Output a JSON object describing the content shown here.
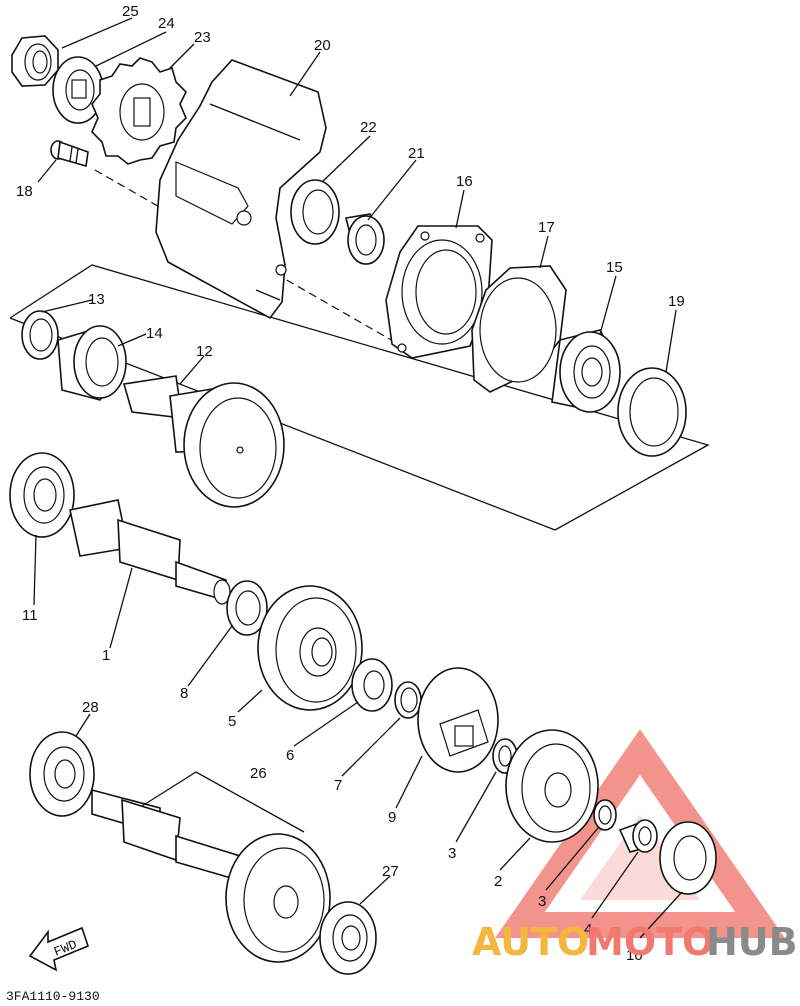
{
  "callouts": [
    {
      "id": "c25",
      "text": "25"
    },
    {
      "id": "c24",
      "text": "24"
    },
    {
      "id": "c23",
      "text": "23"
    },
    {
      "id": "c20",
      "text": "20"
    },
    {
      "id": "c22",
      "text": "22"
    },
    {
      "id": "c21",
      "text": "21"
    },
    {
      "id": "c16",
      "text": "16"
    },
    {
      "id": "c17",
      "text": "17"
    },
    {
      "id": "c15",
      "text": "15"
    },
    {
      "id": "c19",
      "text": "19"
    },
    {
      "id": "c18",
      "text": "18"
    },
    {
      "id": "c13",
      "text": "13"
    },
    {
      "id": "c14",
      "text": "14"
    },
    {
      "id": "c12",
      "text": "12"
    },
    {
      "id": "c11",
      "text": "11"
    },
    {
      "id": "c1",
      "text": "1"
    },
    {
      "id": "c8",
      "text": "8"
    },
    {
      "id": "c5",
      "text": "5"
    },
    {
      "id": "c6",
      "text": "6"
    },
    {
      "id": "c7",
      "text": "7"
    },
    {
      "id": "c9",
      "text": "9"
    },
    {
      "id": "c3a",
      "text": "3"
    },
    {
      "id": "c2",
      "text": "2"
    },
    {
      "id": "c3b",
      "text": "3"
    },
    {
      "id": "c4",
      "text": "4"
    },
    {
      "id": "c10",
      "text": "10"
    },
    {
      "id": "c28",
      "text": "28"
    },
    {
      "id": "c26",
      "text": "26"
    },
    {
      "id": "c27",
      "text": "27"
    }
  ],
  "caption": "3FA1110-9130",
  "fwd_label": "FWD",
  "watermark": {
    "auto": "AUTO",
    "moto": "MOTO",
    "hub": "HUB",
    "accent_color": "#f07a70"
  }
}
